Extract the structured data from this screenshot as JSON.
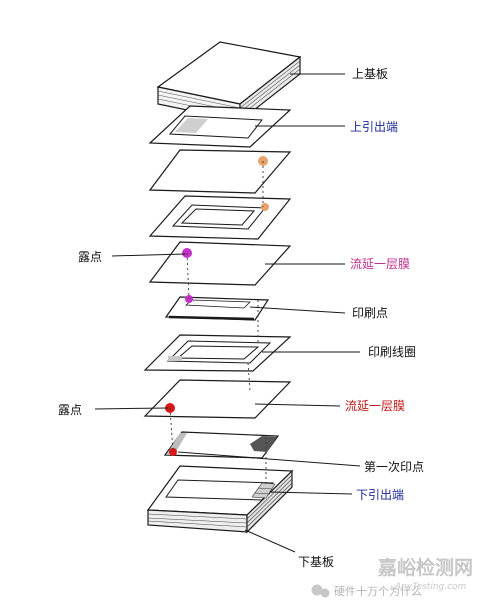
{
  "labels": {
    "upper_substrate": "上基板",
    "upper_lead_out": "上引出端",
    "cast_layer_1": "流延一层膜",
    "exposed_point_1": "露点",
    "print_point": "印刷点",
    "print_coil": "印刷线圈",
    "cast_layer_2": "流延一层膜",
    "exposed_point_2": "露点",
    "first_print_point": "第一次印点",
    "lower_lead_out": "下引出端",
    "lower_substrate": "下基板"
  },
  "watermark": {
    "main": "嘉峪检测网",
    "sub": "AnyTesting.com",
    "account": "硬件十万个为什么"
  },
  "colors": {
    "outline": "#1a1a1a",
    "label_black": "#111111",
    "label_blue": "#1f2a9a",
    "label_magenta": "#c0308f",
    "label_red": "#c01818",
    "magenta_dot": "#c532c8",
    "red_dot": "#d81818",
    "orange_dot": "#e8a36a",
    "watermark": "#9a9a9a"
  }
}
